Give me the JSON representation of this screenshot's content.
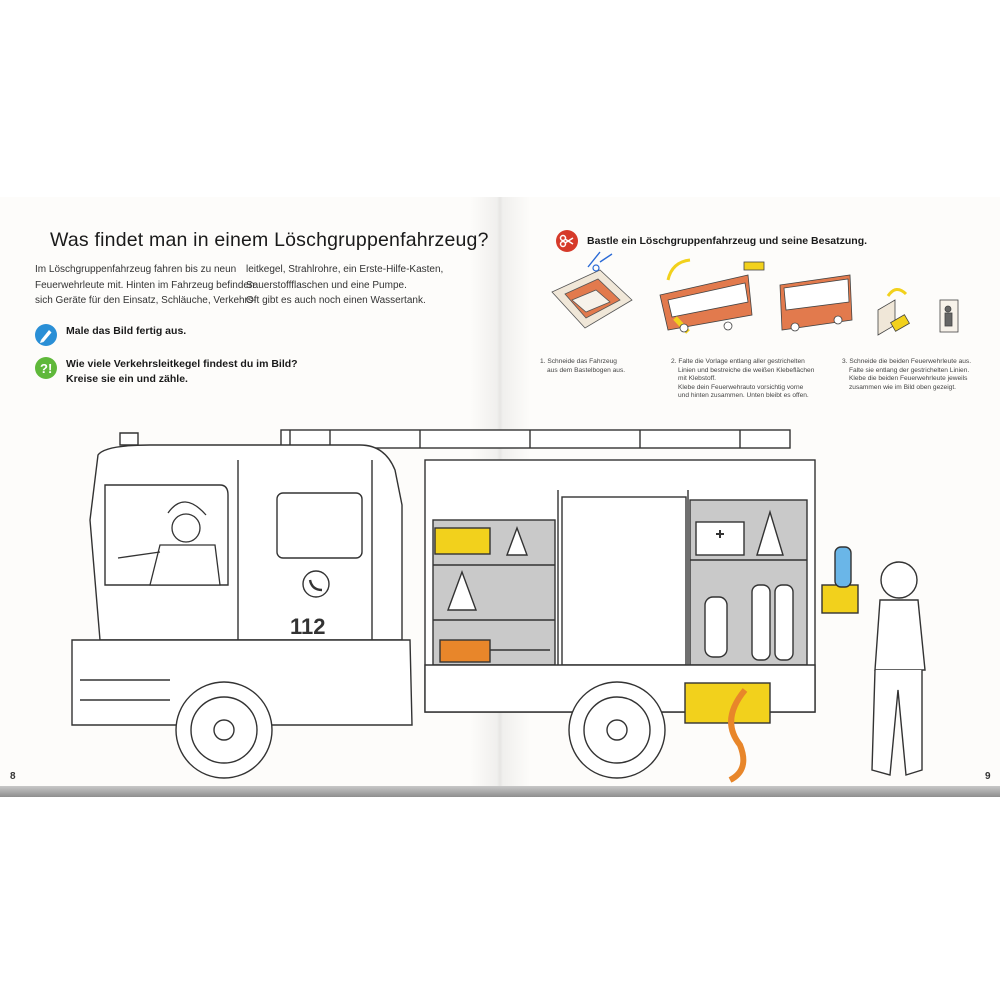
{
  "left_page": {
    "title": "Was findet man in einem Löschgruppenfahrzeug?",
    "intro_col1": [
      "Im Löschgruppenfahrzeug fahren bis zu neun",
      "Feuerwehrleute mit. Hinten im Fahrzeug befinden",
      "sich Geräte für den Einsatz, Schläuche, Verkehrs-"
    ],
    "intro_col2": [
      "leitkegel, Strahlrohre, ein Erste-Hilfe-Kasten,",
      "Sauerstoffflaschen und eine Pumpe.",
      "Oft gibt es auch noch einen Wassertank."
    ],
    "task1": {
      "icon": "crayon-icon",
      "lines": [
        "Male das Bild fertig aus."
      ]
    },
    "task2": {
      "icon": "question-icon",
      "lines": [
        "Wie viele Verkehrsleitkegel findest du im Bild?",
        "Kreise sie ein und zähle."
      ]
    },
    "truck_number": "112",
    "page_number": "8"
  },
  "right_page": {
    "craft_title": "Bastle ein Löschgruppenfahrzeug und seine Besatzung.",
    "craft_icon": "scissors-icon",
    "steps": [
      {
        "lines": [
          "1. Schneide das Fahrzeug",
          "aus dem Bastelbogen aus."
        ]
      },
      {
        "lines": [
          "2. Falte die Vorlage entlang aller gestrichelten",
          "Linien und bestreiche die weißen Klebeflächen",
          "mit Klebstoff.",
          "Klebe dein Feuerwehrauto vorsichtig vorne",
          "und hinten zusammen. Unten bleibt es offen."
        ]
      },
      {
        "lines": [
          "3. Schneide die beiden Feuerwehrleute aus.",
          "Falte sie entlang der gestrichelten Linien.",
          "Klebe die beiden Feuerwehrleute jeweils",
          "zusammen wie im Bild oben gezeigt."
        ]
      }
    ],
    "page_number": "9"
  },
  "colors": {
    "crayon": "#2a8fd6",
    "question": "#5fb83a",
    "scissors": "#d63a2a",
    "yellow": "#f2d11c",
    "orange": "#e8862a",
    "grey": "#c9c9c9"
  }
}
